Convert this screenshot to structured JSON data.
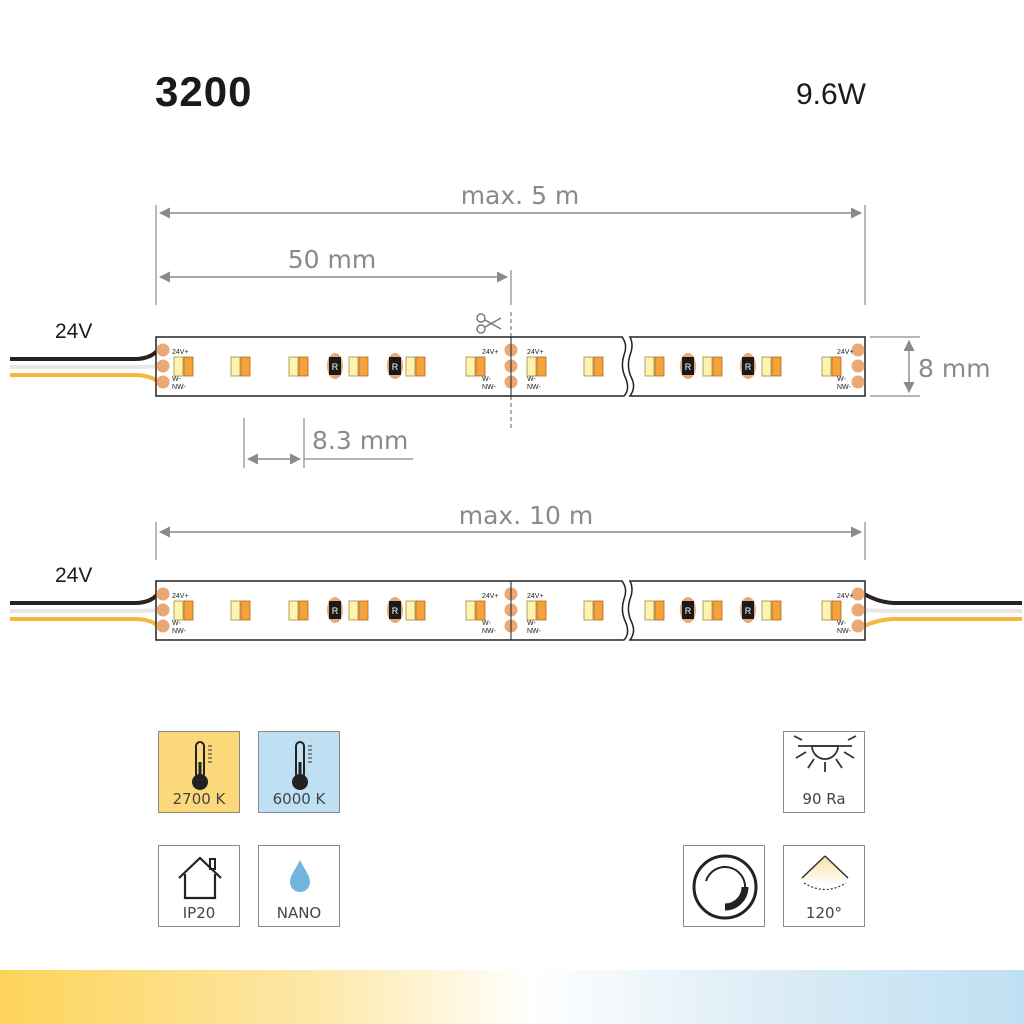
{
  "product": {
    "model": "3200",
    "power": "9.6W"
  },
  "dimensions": {
    "max_length_single": "max. 5 m",
    "segment": "50 mm",
    "width": "8 mm",
    "led_pitch": "8.3 mm",
    "max_length_double": "max. 10 m"
  },
  "voltage": {
    "top": "24V",
    "bottom": "24V"
  },
  "pcb_labels": {
    "plus": "24V+",
    "w_minus": "W-",
    "nw_minus": "NW-",
    "resistor": "R"
  },
  "features": {
    "warm_cct": "2700 K",
    "cold_cct": "6000 K",
    "cri": "90 Ra",
    "ip_rating": "IP20",
    "coating": "NANO",
    "beam_angle": "120°"
  },
  "colors": {
    "pcb_pad": "#e9a874",
    "led_warm": "#f6a23a",
    "led_cold": "#fff3b0",
    "wire_black": "#2b2220",
    "wire_white": "#e8e8e8",
    "wire_yellow": "#f6b73c",
    "dim_gray": "#8a8a8a",
    "warm_box": "#fbd97a",
    "cold_box": "#bfe0f3"
  },
  "icons": [
    "scissors-icon",
    "thermometer-icon",
    "sun-icon",
    "house-icon",
    "water-drop-icon",
    "dimmer-icon",
    "beam-angle-icon"
  ]
}
